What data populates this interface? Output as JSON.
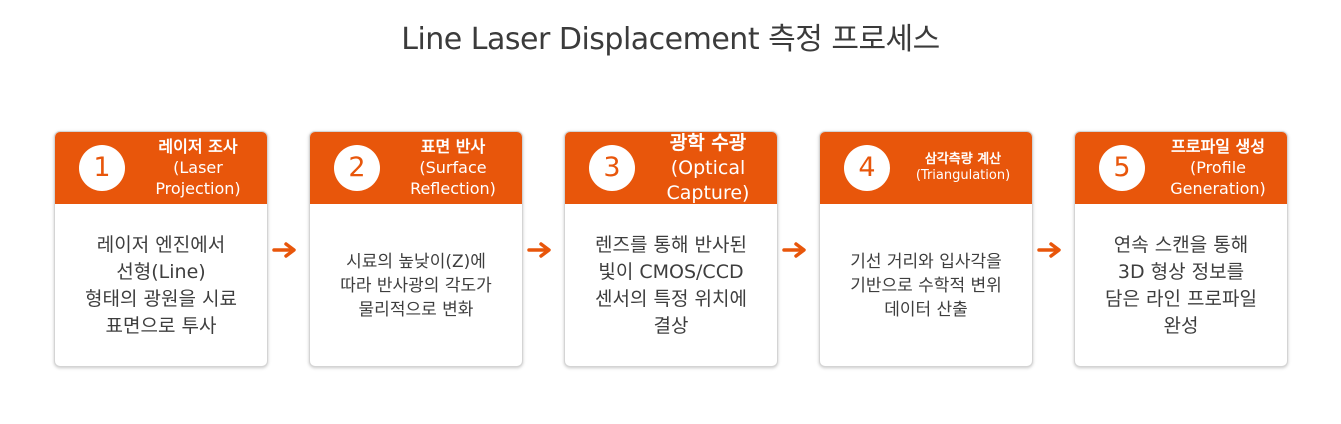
{
  "title": "Line Laser Displacement 측정 프로세스",
  "accent_color": "#e8560b",
  "arrow_icon": "arrow-right-icon",
  "steps": [
    {
      "number": "1",
      "title_ko": "레이저 조사",
      "title_en": "(Laser\nProjection)",
      "description": "레이저 엔진에서\n선형(Line)\n형태의 광원을 시료\n표면으로 투사"
    },
    {
      "number": "2",
      "title_ko": "표면 반사",
      "title_en": "(Surface\nReflection)",
      "description": "시료의 높낮이(Z)에\n따라 반사광의 각도가\n물리적으로 변화"
    },
    {
      "number": "3",
      "title_ko": "광학 수광",
      "title_en": "(Optical\nCapture)",
      "description": "렌즈를 통해 반사된\n빛이 CMOS/CCD\n센서의 특정 위치에\n결상"
    },
    {
      "number": "4",
      "title_ko": "삼각측량 계산",
      "title_en": "(Triangulation)",
      "description": "기선 거리와 입사각을\n기반으로 수학적 변위\n데이터 산출"
    },
    {
      "number": "5",
      "title_ko": "프로파일 생성",
      "title_en": "(Profile\nGeneration)",
      "description": "연속 스캔을 통해\n3D 형상 정보를\n담은 라인 프로파일\n완성"
    }
  ]
}
